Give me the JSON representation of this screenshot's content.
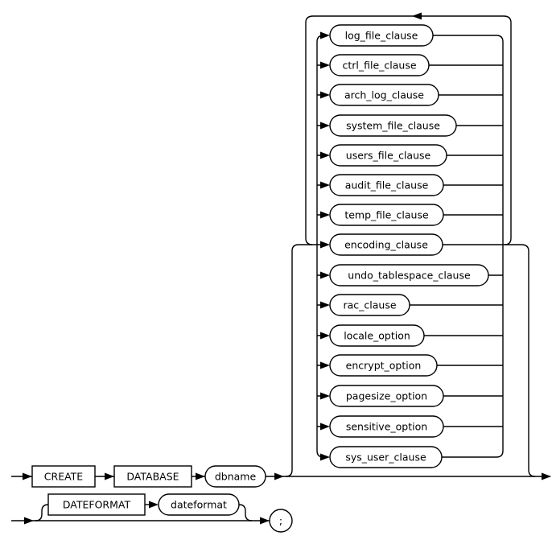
{
  "diagram": {
    "background": "#ffffff",
    "line_color": "#000000",
    "statement_line": {
      "create_keyword": "CREATE",
      "database_keyword": "DATABASE",
      "dbname_variable": "dbname"
    },
    "options": [
      "log_file_clause",
      "ctrl_file_clause",
      "arch_log_clause",
      "system_file_clause",
      "users_file_clause",
      "audit_file_clause",
      "temp_file_clause",
      "encoding_clause",
      "undo_tablespace_clause",
      "rac_clause",
      "locale_option",
      "encrypt_option",
      "pagesize_option",
      "sensitive_option",
      "sys_user_clause"
    ],
    "dateformat_line": {
      "dateformat_keyword": "DATEFORMAT",
      "dateformat_variable": "dateformat",
      "terminator": ";"
    }
  }
}
